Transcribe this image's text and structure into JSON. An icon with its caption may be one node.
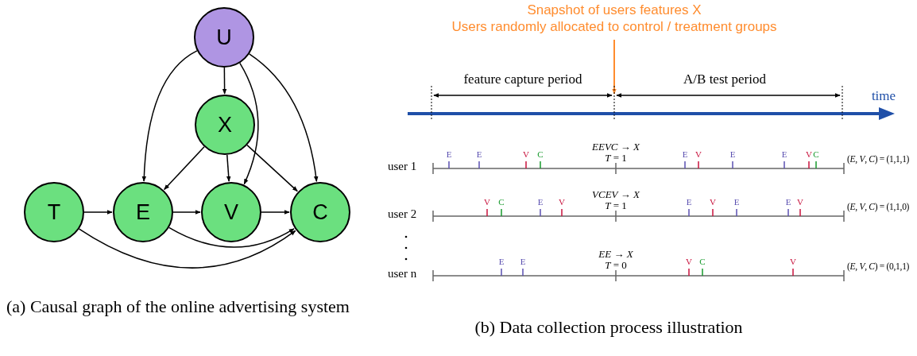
{
  "diagram": {
    "nodes": [
      {
        "text": [
          "U"
        ]
      },
      {
        "text": [
          "X"
        ]
      },
      {
        "text": [
          "T"
        ]
      },
      {
        "text": [
          "E"
        ]
      },
      {
        "text": [
          "V"
        ]
      },
      {
        "text": [
          "C"
        ]
      },
      {
        "text": [
          "Snapshot of users features X",
          "Users randomly allocated to control / treatment groups"
        ]
      }
    ],
    "edges": [
      {
        "from": 0,
        "to": 1,
        "arrow": "to"
      },
      {
        "from": 0,
        "to": 3,
        "arrow": "to"
      },
      {
        "from": 0,
        "to": 4,
        "arrow": "to"
      },
      {
        "from": 0,
        "to": 5,
        "arrow": "to"
      },
      {
        "from": 1,
        "to": 3,
        "arrow": "to"
      },
      {
        "from": 1,
        "to": 4,
        "arrow": "to"
      },
      {
        "from": 1,
        "to": 5,
        "arrow": "to"
      },
      {
        "from": 2,
        "to": 3,
        "arrow": "to"
      },
      {
        "from": 3,
        "to": 4,
        "arrow": "to"
      },
      {
        "from": 4,
        "to": 5,
        "arrow": "to"
      },
      {
        "from": 3,
        "to": 5,
        "arrow": "to"
      },
      {
        "from": 2,
        "to": 5,
        "arrow": "to"
      },
      {
        "from": 6,
        "to": null,
        "arrow": "to",
        "color": "#ff8c2e"
      }
    ],
    "labels": [
      "feature capture period",
      "A/B test period",
      "time",
      "user 1",
      "E",
      "E",
      "V",
      "C",
      "*EEVC* → *X*",
      "*T* = 1",
      "E",
      "V",
      "E",
      "E",
      "V",
      "C",
      "(*E*, *V*, *C*) = (1,1,1)",
      "user 2",
      "V",
      "C",
      "E",
      "V",
      "*VCEV* → *X*",
      "*T* = 1",
      "E",
      "V",
      "E",
      "E",
      "V",
      "(*E*, *V*, *C*) = (1,1,0)",
      "user n",
      "E",
      "E",
      "*EE* → *X*",
      "*T* = 0",
      "V",
      "C",
      "V",
      "(*E*, *V*, *C*) = (0,1,1)",
      "(a) Causal graph of the online advertising system",
      "(b) Data collection process illustration"
    ]
  }
}
